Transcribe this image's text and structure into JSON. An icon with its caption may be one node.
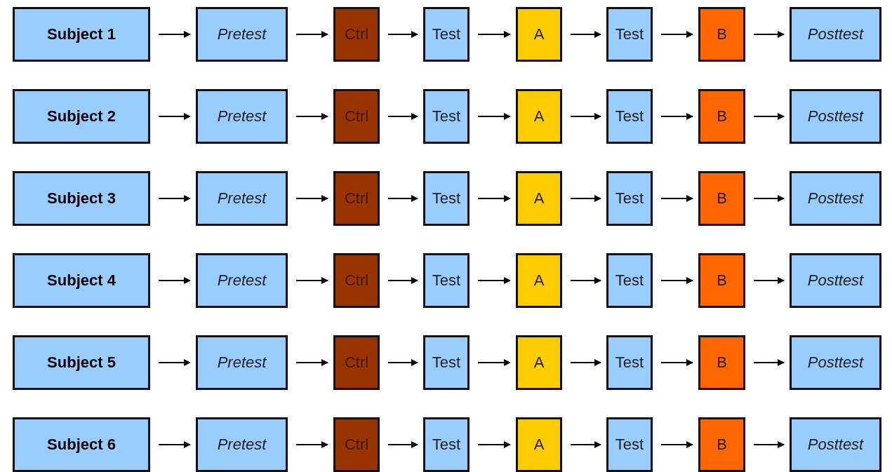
{
  "diagram": {
    "nodes": [
      {
        "text": [
          "Subject 1"
        ]
      },
      {
        "text": [
          "Pretest"
        ]
      },
      {
        "text": [
          "Ctrl"
        ]
      },
      {
        "text": [
          "Test"
        ]
      },
      {
        "text": [
          "A"
        ]
      },
      {
        "text": [
          "Test"
        ]
      },
      {
        "text": [
          "B"
        ]
      },
      {
        "text": [
          "Posttest"
        ]
      },
      {
        "text": [
          "Subject 2"
        ]
      },
      {
        "text": [
          "Pretest"
        ]
      },
      {
        "text": [
          "Ctrl"
        ]
      },
      {
        "text": [
          "Test"
        ]
      },
      {
        "text": [
          "A"
        ]
      },
      {
        "text": [
          "Test"
        ]
      },
      {
        "text": [
          "B"
        ]
      },
      {
        "text": [
          "Posttest"
        ]
      },
      {
        "text": [
          "Subject 3"
        ]
      },
      {
        "text": [
          "Pretest"
        ]
      },
      {
        "text": [
          "Ctrl"
        ]
      },
      {
        "text": [
          "Test"
        ]
      },
      {
        "text": [
          "A"
        ]
      },
      {
        "text": [
          "Test"
        ]
      },
      {
        "text": [
          "B"
        ]
      },
      {
        "text": [
          "Posttest"
        ]
      },
      {
        "text": [
          "Subject 4"
        ]
      },
      {
        "text": [
          "Pretest"
        ]
      },
      {
        "text": [
          "Ctrl"
        ]
      },
      {
        "text": [
          "Test"
        ]
      },
      {
        "text": [
          "A"
        ]
      },
      {
        "text": [
          "Test"
        ]
      },
      {
        "text": [
          "B"
        ]
      },
      {
        "text": [
          "Posttest"
        ]
      },
      {
        "text": [
          "Subject 5"
        ]
      },
      {
        "text": [
          "Pretest"
        ]
      },
      {
        "text": [
          "Ctrl"
        ]
      },
      {
        "text": [
          "Test"
        ]
      },
      {
        "text": [
          "A"
        ]
      },
      {
        "text": [
          "Test"
        ]
      },
      {
        "text": [
          "B"
        ]
      },
      {
        "text": [
          "Posttest"
        ]
      },
      {
        "text": [
          "Subject 6"
        ]
      },
      {
        "text": [
          "Pretest"
        ]
      },
      {
        "text": [
          "Ctrl"
        ]
      },
      {
        "text": [
          "Test"
        ]
      },
      {
        "text": [
          "A"
        ]
      },
      {
        "text": [
          "Test"
        ]
      },
      {
        "text": [
          "B"
        ]
      },
      {
        "text": [
          "Posttest"
        ]
      }
    ],
    "edges": [
      {
        "from": 0,
        "to": 1,
        "arrow": "to"
      },
      {
        "from": 1,
        "to": 2,
        "arrow": "to"
      },
      {
        "from": 2,
        "to": 3,
        "arrow": "to"
      },
      {
        "from": 3,
        "to": 4,
        "arrow": "to"
      },
      {
        "from": 4,
        "to": 5,
        "arrow": "to"
      },
      {
        "from": 5,
        "to": 6,
        "arrow": "to"
      },
      {
        "from": 6,
        "to": 7,
        "arrow": "to"
      },
      {
        "from": 8,
        "to": 9,
        "arrow": "to"
      },
      {
        "from": 9,
        "to": 10,
        "arrow": "to"
      },
      {
        "from": 10,
        "to": 11,
        "arrow": "to"
      },
      {
        "from": 11,
        "to": 12,
        "arrow": "to"
      },
      {
        "from": 12,
        "to": 13,
        "arrow": "to"
      },
      {
        "from": 13,
        "to": 14,
        "arrow": "to"
      },
      {
        "from": 14,
        "to": 15,
        "arrow": "to"
      },
      {
        "from": 16,
        "to": 17,
        "arrow": "to"
      },
      {
        "from": 17,
        "to": 18,
        "arrow": "to"
      },
      {
        "from": 18,
        "to": 19,
        "arrow": "to"
      },
      {
        "from": 19,
        "to": 20,
        "arrow": "to"
      },
      {
        "from": 20,
        "to": 21,
        "arrow": "to"
      },
      {
        "from": 21,
        "to": 22,
        "arrow": "to"
      },
      {
        "from": 22,
        "to": 23,
        "arrow": "to"
      },
      {
        "from": 24,
        "to": 25,
        "arrow": "to"
      },
      {
        "from": 25,
        "to": 26,
        "arrow": "to"
      },
      {
        "from": 26,
        "to": 27,
        "arrow": "to"
      },
      {
        "from": 27,
        "to": 28,
        "arrow": "to"
      },
      {
        "from": 28,
        "to": 29,
        "arrow": "to"
      },
      {
        "from": 29,
        "to": 30,
        "arrow": "to"
      },
      {
        "from": 30,
        "to": 31,
        "arrow": "to"
      },
      {
        "from": 32,
        "to": 33,
        "arrow": "to"
      },
      {
        "from": 33,
        "to": 34,
        "arrow": "to"
      },
      {
        "from": 34,
        "to": 35,
        "arrow": "to"
      },
      {
        "from": 35,
        "to": 36,
        "arrow": "to"
      },
      {
        "from": 36,
        "to": 37,
        "arrow": "to"
      },
      {
        "from": 37,
        "to": 38,
        "arrow": "to"
      },
      {
        "from": 38,
        "to": 39,
        "arrow": "to"
      },
      {
        "from": 40,
        "to": 41,
        "arrow": "to"
      },
      {
        "from": 41,
        "to": 42,
        "arrow": "to"
      },
      {
        "from": 42,
        "to": 43,
        "arrow": "to"
      },
      {
        "from": 43,
        "to": 44,
        "arrow": "to"
      },
      {
        "from": 44,
        "to": 45,
        "arrow": "to"
      },
      {
        "from": 45,
        "to": 46,
        "arrow": "to"
      },
      {
        "from": 46,
        "to": 47,
        "arrow": "to"
      }
    ]
  }
}
